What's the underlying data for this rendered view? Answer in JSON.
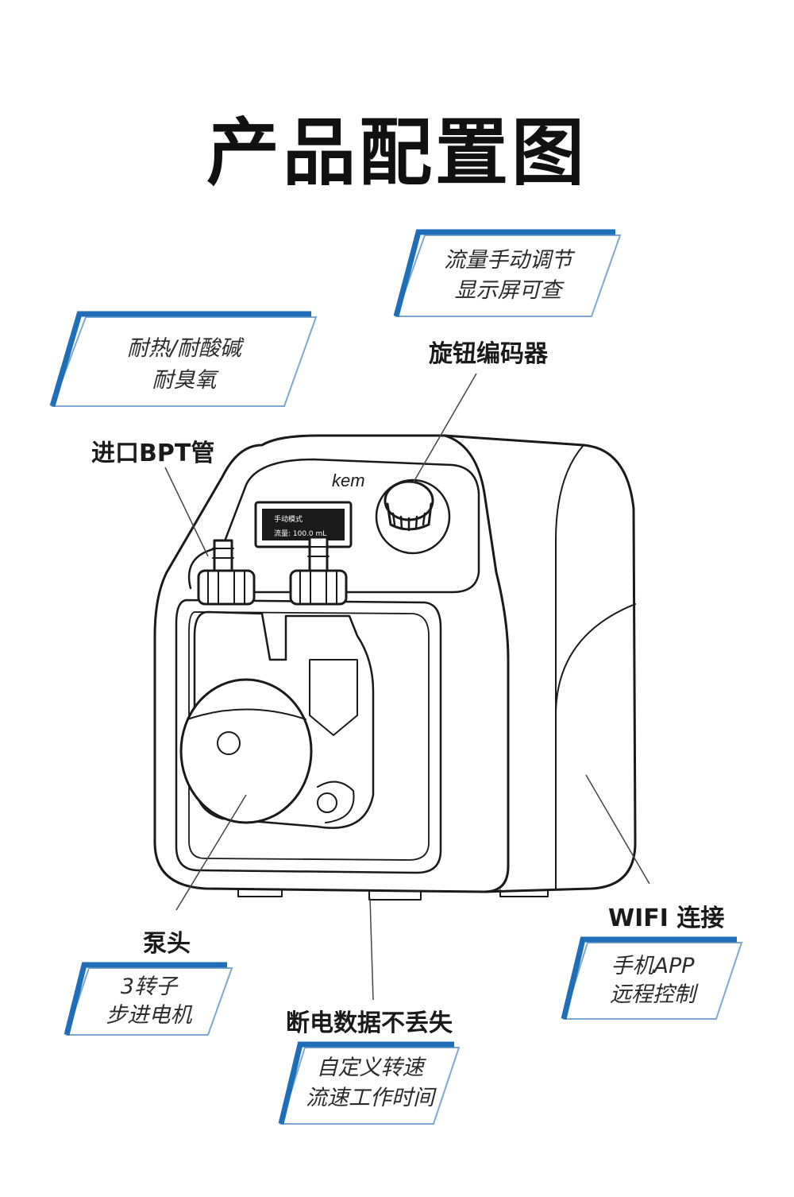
{
  "title": "产品配置图",
  "brand": "kem",
  "screen": {
    "line1": "手动模式",
    "line2": "流量: 100.0 mL"
  },
  "callouts": {
    "encoder": {
      "label": "旋钮编码器",
      "card": [
        "流量手动调节",
        "显示屏可查"
      ]
    },
    "inlet": {
      "label": "进口BPT管",
      "card": [
        "耐热/耐酸碱",
        "耐臭氧"
      ]
    },
    "pump_head": {
      "label": "泵头",
      "card": [
        "3转子",
        "步进电机"
      ]
    },
    "memory": {
      "label": "断电数据不丢失",
      "card": [
        "自定义转速",
        "流速工作时间"
      ]
    },
    "wifi": {
      "label": "WIFI 连接",
      "card": [
        "手机APP",
        "远程控制"
      ]
    }
  },
  "colors": {
    "accent": "#1f6fb8",
    "outline": "#1a1a1a",
    "card_border": "#7fa8d0"
  }
}
